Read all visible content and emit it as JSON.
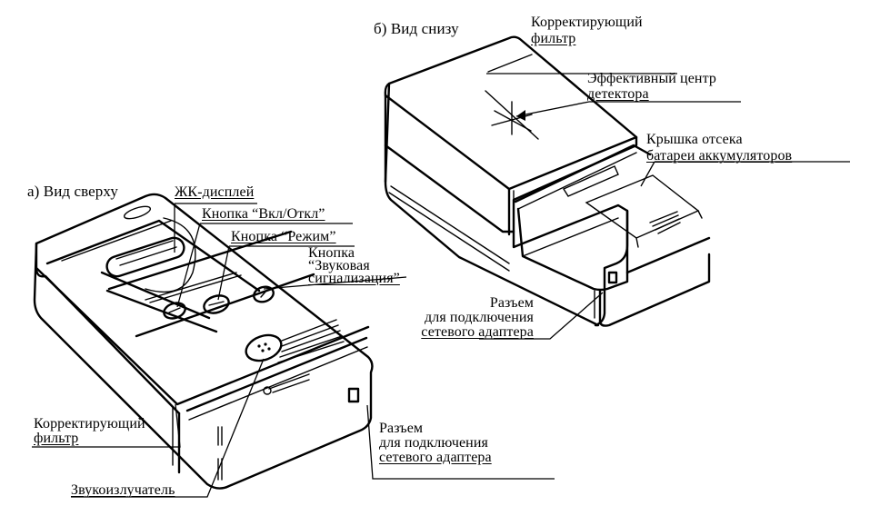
{
  "colors": {
    "ink": "#000000",
    "paper": "#ffffff"
  },
  "view_top": {
    "title": "а) Вид сверху",
    "labels": {
      "lcd": "ЖК-дисплей",
      "power_button": "Кнопка “Вкл/Откл”",
      "mode_button": "Кнопка “Режим”",
      "sound_button": [
        "Кнопка",
        "“Звуковая",
        "сигнализация”"
      ],
      "filter": [
        "Корректирующий",
        "фильтр"
      ],
      "adapter_jack": [
        "Разъем",
        "для подключения",
        "сетевого адаптера"
      ],
      "speaker": "Звукоизлучатель"
    }
  },
  "view_bottom": {
    "title": "б) Вид снизу",
    "labels": {
      "filter": [
        "Корректирующий",
        "фильтр"
      ],
      "detector_center": [
        "Эффективный центр",
        "детектора"
      ],
      "battery_cover": [
        "Крышка отсека",
        "батареи аккумуляторов"
      ],
      "adapter_jack": [
        "Разъем",
        "для подключения",
        "сетевого адаптера"
      ]
    }
  }
}
